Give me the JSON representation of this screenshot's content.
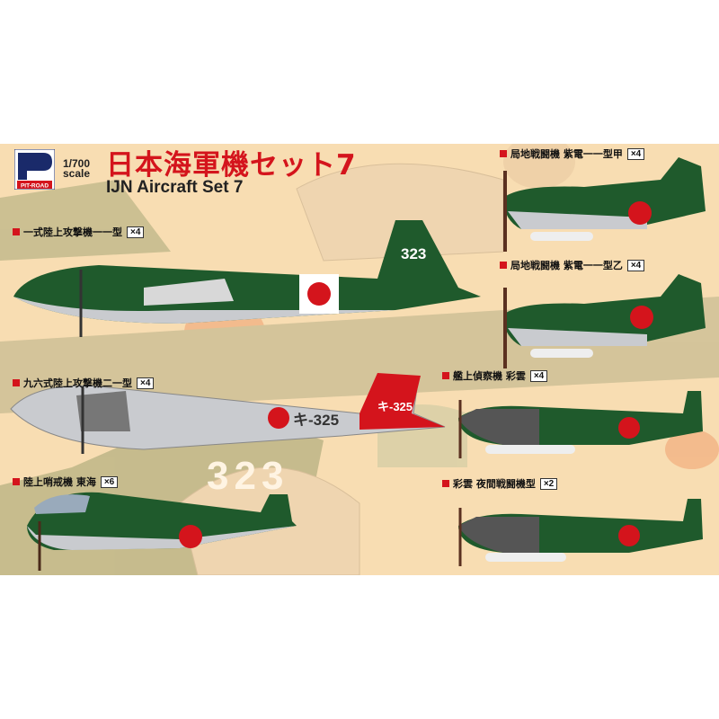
{
  "brand": {
    "logo_text": "PIT-ROAD",
    "scale_line1": "1/700",
    "scale_line2": "scale"
  },
  "title": {
    "japanese": "日本海軍機セット7",
    "english": "IJN Aircraft Set 7"
  },
  "aircraft": [
    {
      "name": "一式陸上攻撃機一一型",
      "qty": "×4",
      "tail_code": "323"
    },
    {
      "name": "九六式陸上攻撃機二一型",
      "qty": "×4",
      "tail_code": "キ-325",
      "fuselage_code": "キ-325"
    },
    {
      "name": "陸上哨戒機 東海",
      "qty": "×6"
    },
    {
      "name": "局地戦闘機 紫電一一型甲",
      "qty": "×4"
    },
    {
      "name": "局地戦闘機 紫電一一型乙",
      "qty": "×4"
    },
    {
      "name": "艦上偵察機 彩雲",
      "qty": "×4"
    },
    {
      "name": "彩雲 夜間戦闘機型",
      "qty": "×2"
    }
  ],
  "background_text": "323",
  "colors": {
    "background": "#f8ddb2",
    "title_red": "#d4141c",
    "navy_green": "#1f5a2c",
    "hinomaru": "#d4141c",
    "silver": "#c9cbcf"
  }
}
